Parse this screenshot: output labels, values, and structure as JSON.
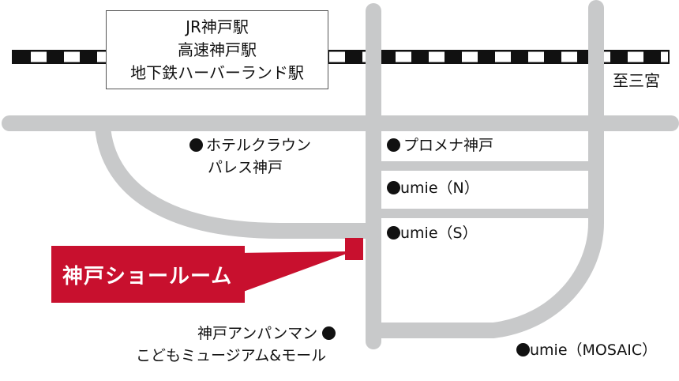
{
  "station": {
    "line1": "JR神戸駅",
    "line2": "高速神戸駅",
    "line3": "地下鉄ハーバーランド駅"
  },
  "direction_label": "至三宮",
  "landmarks": {
    "hotel_line1": "ホテルクラウン",
    "hotel_line2": "パレス神戸",
    "promena": "プロメナ神戸",
    "umie_n": "umie（N）",
    "umie_s": "umie（S）",
    "anpanman_line1": "神戸アンパンマン",
    "anpanman_line2": "こどもミュージアム&モール",
    "umie_mosaic": "umie（MOSAIC）"
  },
  "showroom_label": "神戸ショールーム",
  "colors": {
    "road": "#c8c9ca",
    "rail_dark": "#111111",
    "accent_red": "#c8102e"
  }
}
